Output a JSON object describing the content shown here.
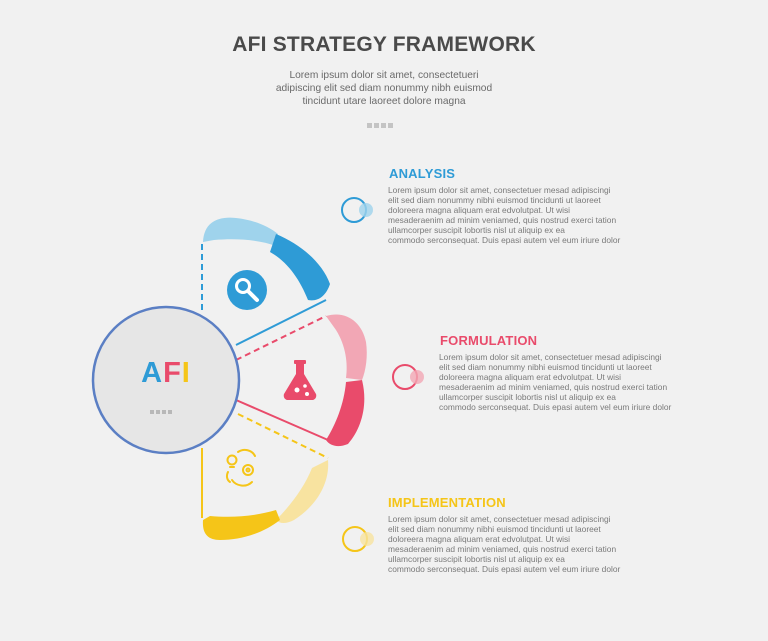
{
  "header": {
    "title": "AFI STRATEGY FRAMEWORK",
    "subtitle_lines": [
      "Lorem ipsum dolor sit amet, consectetueri",
      "adipiscing elit sed diam nonummy nibh euismod",
      "tincidunt utare laoreet dolore magna"
    ]
  },
  "center": {
    "letters": [
      "A",
      "F",
      "I"
    ],
    "letter_colors": [
      "#2e9bd6",
      "#e94b6b",
      "#f5c518"
    ]
  },
  "steps": [
    {
      "title": "ANALYSIS",
      "color": "#2e9bd6",
      "light_color": "#9fd3ec",
      "icon": "magnifier-icon",
      "body_lines": [
        "Lorem ipsum dolor sit amet, consectetuer mesad adipiscingi",
        "elit sed diam nonummy nibhi euismod tincidunti ut laoreet",
        "doloreera magna aliquam erat edvolutpat. Ut wisi",
        "mesaderaenim ad minim veniamed, quis nostrud exerci tation",
        "ullamcorper suscipit lobortis nisl ut aliquip ex ea",
        "commodo serconsequat. Duis epasi autem vel eum iriure dolor"
      ]
    },
    {
      "title": "FORMULATION",
      "color": "#e94b6b",
      "light_color": "#f2a7b5",
      "icon": "flask-icon",
      "body_lines": [
        "Lorem ipsum dolor sit amet, consectetuer mesad adipiscingi",
        "elit sed diam nonummy nibhi euismod tincidunti ut laoreet",
        "doloreera magna aliquam erat edvolutpat. Ut wisi",
        "mesaderaenim ad minim veniamed, quis nostrud exerci tation",
        "ullamcorper suscipit lobortis nisl ut aliquip ex ea",
        "commodo serconsequat. Duis epasi autem vel eum iriure dolor"
      ]
    },
    {
      "title": "IMPLEMENTATION",
      "color": "#f5c518",
      "light_color": "#f8e3a0",
      "icon": "idea-gear-cycle-icon",
      "body_lines": [
        "Lorem ipsum dolor sit amet, consectetuer mesad adipiscingi",
        "elit sed diam nonummy nibhi euismod tincidunti ut laoreet",
        "doloreera magna aliquam erat edvolutpat. Ut wisi",
        "mesaderaenim ad minim veniamed, quis nostrud exerci tation",
        "ullamcorper suscipit lobortis nisl ut aliquip ex ea",
        "commodo serconsequat. Duis epasi autem vel eum iriure dolor"
      ]
    }
  ],
  "colors": {
    "background": "#f1f1f1",
    "center_fill": "#e6e6e6",
    "center_stroke": "#5b7fc4"
  }
}
